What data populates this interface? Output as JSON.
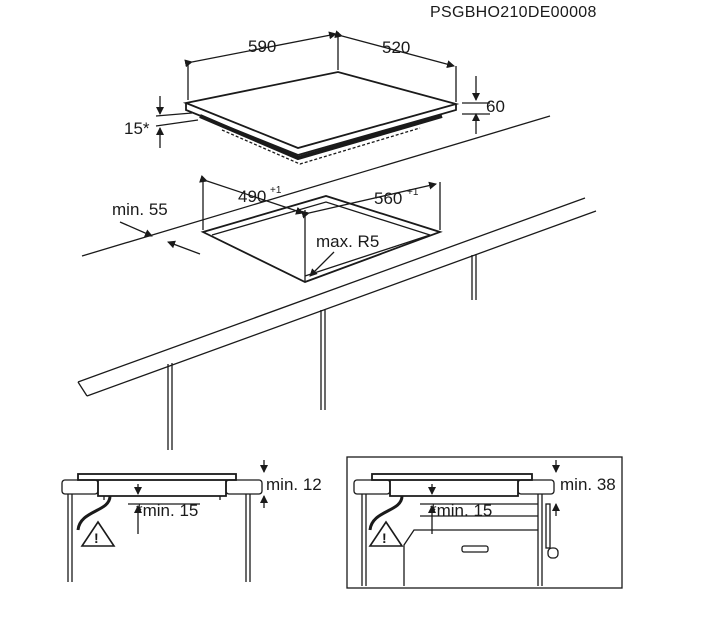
{
  "diagram": {
    "code": "PSGBHO210DE00008",
    "hob": {
      "width": "590",
      "depth": "520",
      "height": "60",
      "edge": "15*"
    },
    "cutout": {
      "width": "490",
      "width_tol": "+1",
      "depth": "560",
      "depth_tol": "+1",
      "radius": "max. R5",
      "edge_distance": "min. 55"
    },
    "left_section": {
      "top_clearance": "min. 12",
      "bottom_clearance": "*min. 15",
      "warning_symbol": "!"
    },
    "right_section": {
      "top_clearance": "min. 38",
      "bottom_clearance": "*min. 15",
      "warning_symbol": "!"
    }
  }
}
